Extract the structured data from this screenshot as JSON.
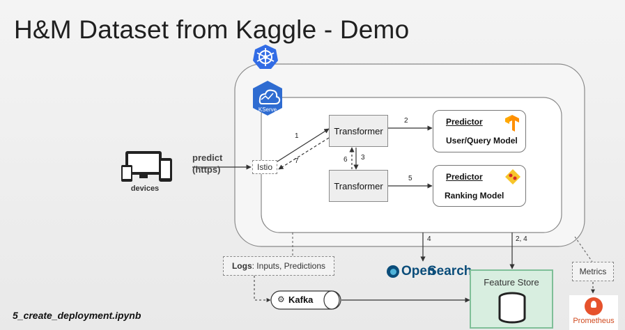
{
  "title": "H&M Dataset from Kaggle - Demo",
  "footer": "5_create_deployment.ipynb",
  "client": {
    "label": "devices",
    "request": "predict",
    "protocol": "(https)"
  },
  "gateway": "Istio",
  "kserve_badge": "KServe",
  "transformers": [
    "Transformer",
    "Transformer"
  ],
  "predictors": [
    {
      "title": "Predictor",
      "model": "User/Query Model",
      "icon": "tensorflow-icon"
    },
    {
      "title": "Predictor",
      "model": "Ranking Model",
      "icon": "xgboost-icon"
    }
  ],
  "edge_labels": {
    "e1": "1",
    "e2": "2",
    "e3": "3",
    "e4": "4",
    "e5": "5",
    "e6": "6",
    "e7": "7",
    "e24": "2, 4"
  },
  "logs": {
    "bold": "Logs",
    "rest": ": Inputs, Predictions"
  },
  "kafka": "Kafka",
  "opensearch": {
    "prefix": "Open",
    "suffix": "Search"
  },
  "feature_store": "Feature Store",
  "metrics": "Metrics",
  "prometheus": "Prometheus",
  "colors": {
    "feature_store": "#d8eee0",
    "feature_store_border": "#7fbf98",
    "opensearch": "#0b4d7a",
    "prometheus": "#e6522c",
    "kserve": "#2f6cd1",
    "tensorflow": "#ff8f00",
    "xgboost": "#f7c52a"
  }
}
